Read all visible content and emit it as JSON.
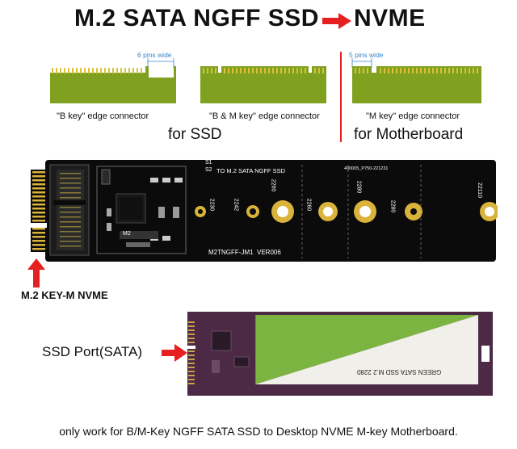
{
  "title": {
    "left": "M.2 SATA NGFF SSD",
    "right": "NVME"
  },
  "connectors": [
    {
      "label": "\"B key\" edge connector",
      "pins": "6 pins wide"
    },
    {
      "label": "\"B & M key\" edge connector",
      "pins": ""
    },
    {
      "label": "\"M key\" edge connector",
      "pins": "5 pins wide"
    }
  ],
  "sections": {
    "ssd": "for SSD",
    "motherboard": "for Motherboard"
  },
  "board": {
    "s1": "S1",
    "s2": "S2",
    "to_label": "TO M.2 SATA NGFF SSD",
    "serial": "400005_P750-221231",
    "model": "M2TNGFF-JM1",
    "version": "VER006",
    "m2_label": "M2",
    "sizes": [
      "2230",
      "2242",
      "2260",
      "2260",
      "2280",
      "2280",
      "22110"
    ]
  },
  "ssd_card": {
    "text": "GREEN SATA SSD M.2 2280"
  },
  "annotations": {
    "key_m": "M.2 KEY-M NVME",
    "ssd_port": "SSD Port(SATA)",
    "footer": "only work for B/M-Key NGFF SATA SSD to Desktop NVME M-key Motherboard."
  },
  "colors": {
    "accent_red": "#e62020",
    "pcb_green": "#7fa11f",
    "gold": "#d9c13a",
    "board_black": "#0b0b0b",
    "ssd_purple": "#4c2a45",
    "ssd_green": "#7cb442",
    "pins_blue": "#3a86c8"
  }
}
